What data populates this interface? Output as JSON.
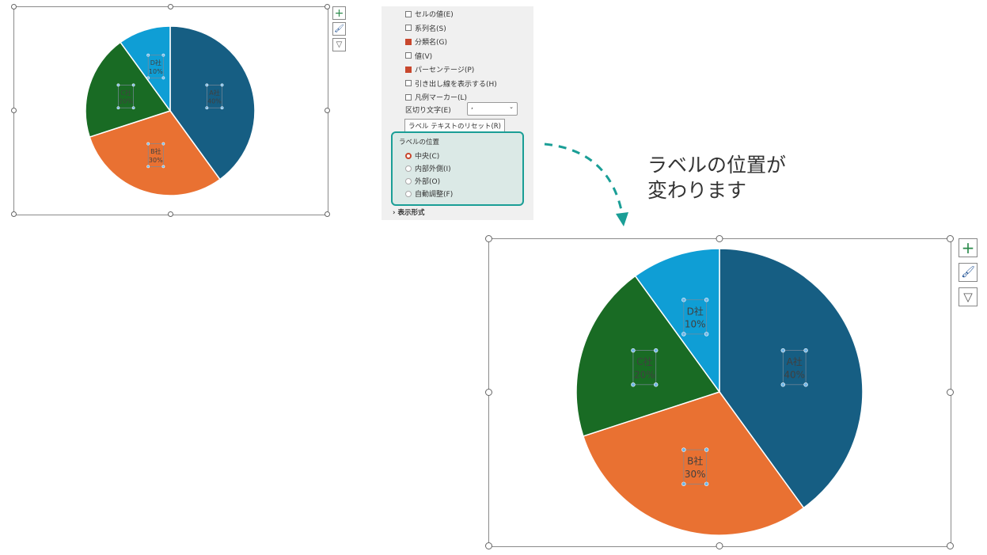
{
  "chart_data": {
    "type": "pie",
    "categories": [
      "A社",
      "B社",
      "C社",
      "D社"
    ],
    "values": [
      40,
      30,
      20,
      10
    ],
    "labels": [
      "40%",
      "30%",
      "20%",
      "10%"
    ],
    "colors": [
      "#165e83",
      "#e97132",
      "#196b24",
      "#0f9ed5"
    ],
    "label_position": "center"
  },
  "panel": {
    "checkboxes": [
      {
        "label": "セルの値(E)",
        "checked": false
      },
      {
        "label": "系列名(S)",
        "checked": false
      },
      {
        "label": "分類名(G)",
        "checked": true
      },
      {
        "label": "値(V)",
        "checked": false
      },
      {
        "label": "パーセンテージ(P)",
        "checked": true
      },
      {
        "label": "引き出し線を表示する(H)",
        "checked": false
      },
      {
        "label": "凡例マーカー(L)",
        "checked": false
      }
    ],
    "separator_label": "区切り文字(E)",
    "separator_value": ",",
    "reset_button": "ラベル テキストのリセット(R)",
    "position_title": "ラベルの位置",
    "radios": [
      {
        "label": "中央(C)",
        "checked": true
      },
      {
        "label": "内部外側(I)",
        "checked": false
      },
      {
        "label": "外部(O)",
        "checked": false
      },
      {
        "label": "自動調整(F)",
        "checked": false
      }
    ],
    "number_format": "表示形式"
  },
  "callout": {
    "line1": "ラベルの位置が",
    "line2": "変わります"
  },
  "accent": "#1a9e96"
}
